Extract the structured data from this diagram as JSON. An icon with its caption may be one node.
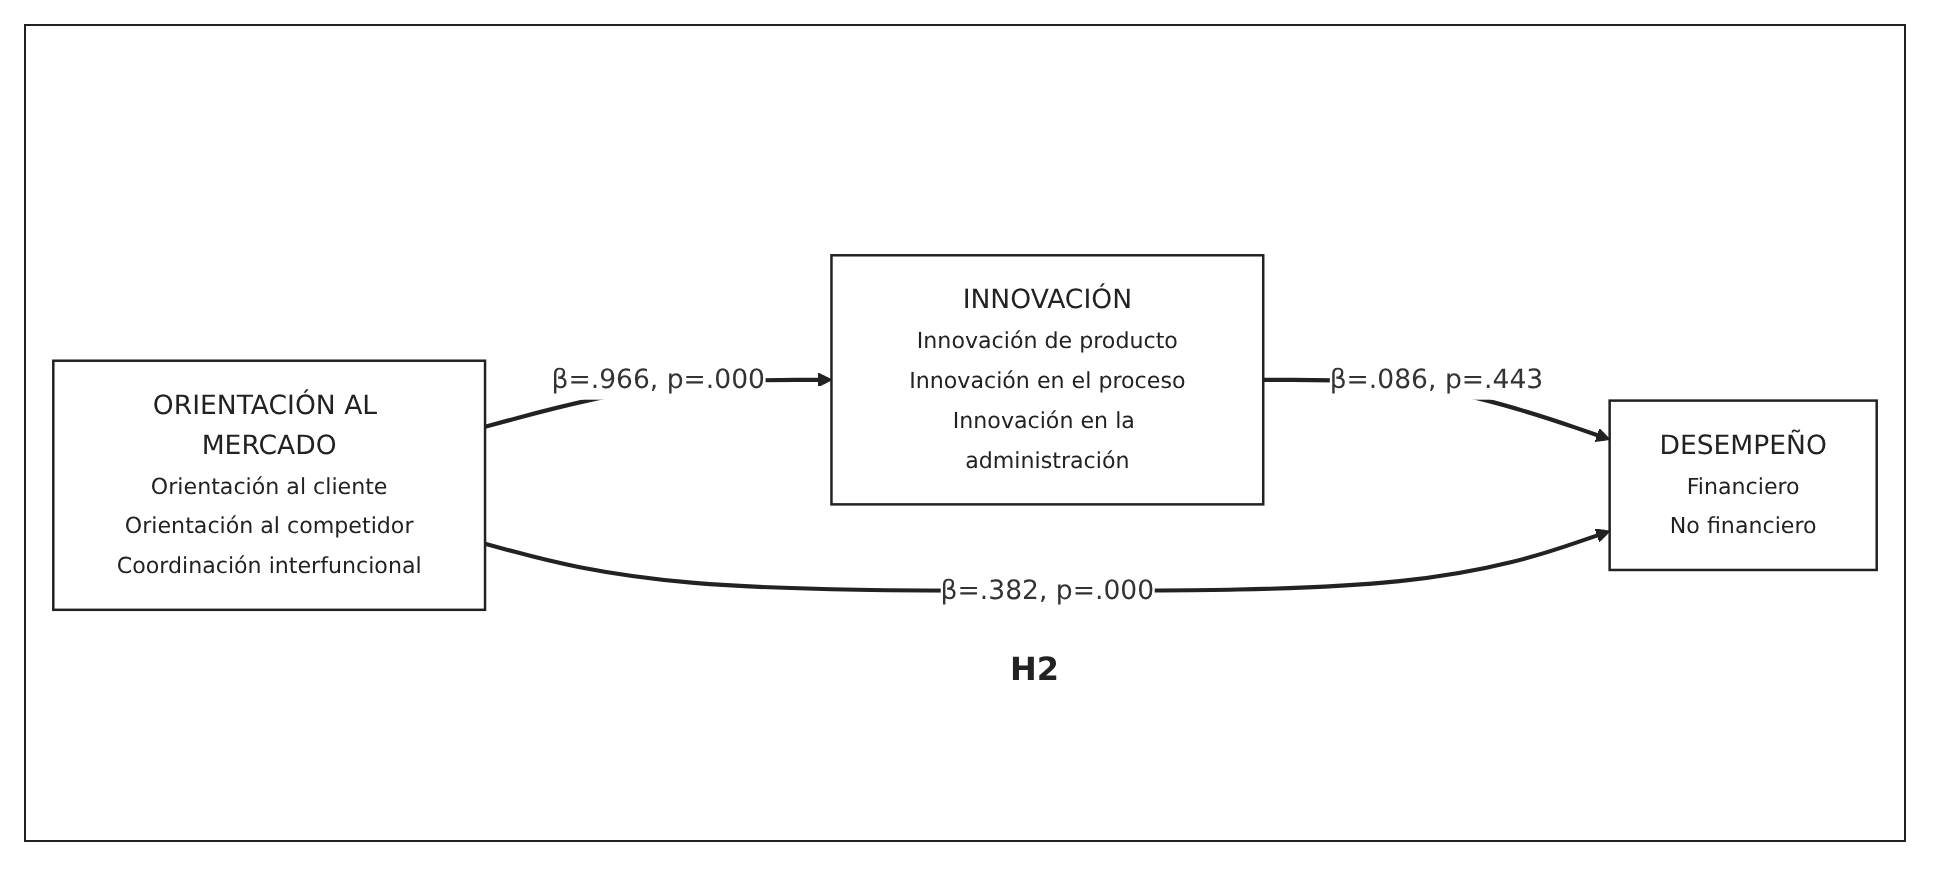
{
  "diagram": {
    "nodes": [
      {
        "text": [
          "ORIENTACIÓN AL MERCADO",
          "Orientación al cliente",
          "Orientación al competidor",
          "Coordinación interfuncional"
        ]
      },
      {
        "text": [
          "INNOVACIÓN",
          "Innovación de producto",
          "Innovación en el proceso",
          "Innovación en la administración"
        ]
      },
      {
        "text": [
          "DESEMPEÑO",
          "Financiero",
          "No financiero"
        ]
      }
    ],
    "edges": [
      {
        "from": 0,
        "to": 1,
        "arrow": "to",
        "label": "β=.966, p=.000"
      },
      {
        "from": 1,
        "to": 2,
        "arrow": "to",
        "label": "β=.086, p=.443"
      },
      {
        "from": 0,
        "to": 2,
        "arrow": "to",
        "label": "β=.382, p=.000"
      }
    ],
    "labels": [
      "H2"
    ]
  }
}
